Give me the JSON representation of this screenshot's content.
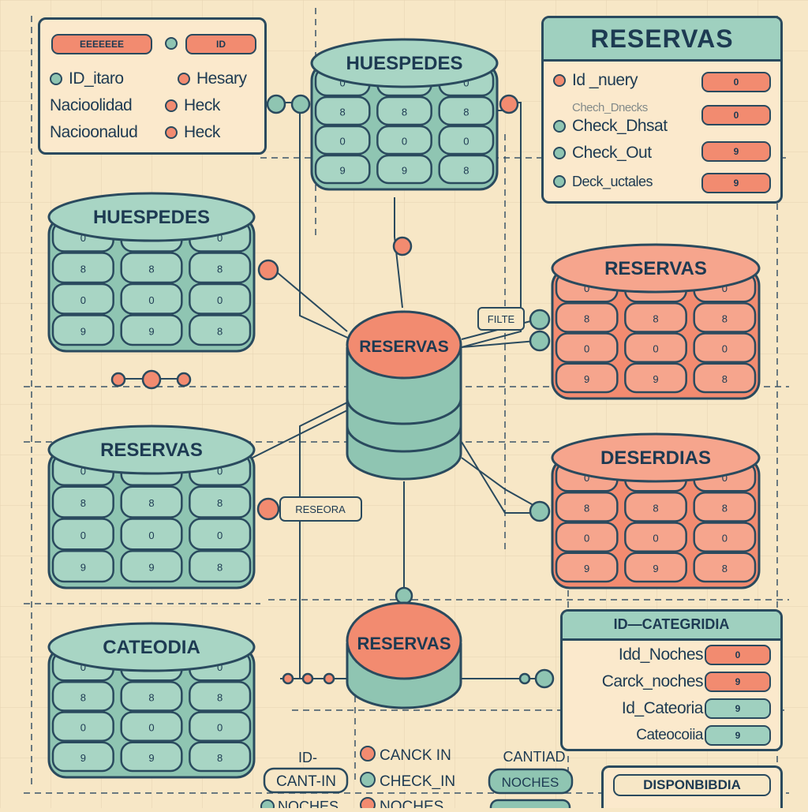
{
  "colors": {
    "teal": "#8fc5b2",
    "coral": "#f28b70",
    "ink": "#2a4a5e",
    "paper": "#f7e7c6"
  },
  "cylinders": {
    "top_center": "HUESPEDES",
    "left_1": "HUESPEDES",
    "left_2": "RESERVAS",
    "left_3": "CATEODIA",
    "right_1": "RESERVAS",
    "right_2": "DESERDIAS",
    "center_main": "RESERVAS",
    "center_bottom": "RESERVAS"
  },
  "connector_tags": {
    "filte": "FILTE",
    "reserva": "RESEORA"
  },
  "card_guest": {
    "header_pill_1": "EEEEEEE",
    "header_pill_2": "ID",
    "rows": [
      {
        "label": "ID_itaro",
        "right": "Hesary"
      },
      {
        "label": "Nacioolidad",
        "right": "Heck"
      },
      {
        "label": "Nacioonalud",
        "right": "Heck"
      }
    ]
  },
  "card_reservas": {
    "title": "RESERVAS",
    "rows": [
      {
        "label": "Id _nuery",
        "value": "0"
      },
      {
        "label": "Chech_Dnecks",
        "value": ""
      },
      {
        "label": "Check_Dhsat",
        "value": "0"
      },
      {
        "label": "Check_Out",
        "value": "9"
      },
      {
        "label": "Deck_uctales",
        "value": "9"
      }
    ]
  },
  "card_categoria": {
    "title": "ID—CATEGRIDIA",
    "rows": [
      {
        "label": "Idd_Noches",
        "value": "0"
      },
      {
        "label": "Carck_noches",
        "value": "9"
      },
      {
        "label": "Id_Cateoria",
        "value": "9"
      },
      {
        "label": "Cateocoiia",
        "value": "9"
      }
    ]
  },
  "bottom": {
    "col1_top": "ID-",
    "col1_mid": "CANT-IN",
    "col1_bot": "NOCHES",
    "col2_top": "CANCK IN",
    "col2_mid": "CHECK_IN",
    "col2_bot": "NOCHES",
    "col3_top": "CANTIAD",
    "col3_mid": "NOCHES",
    "disp": "DISPONBIBDIA"
  }
}
